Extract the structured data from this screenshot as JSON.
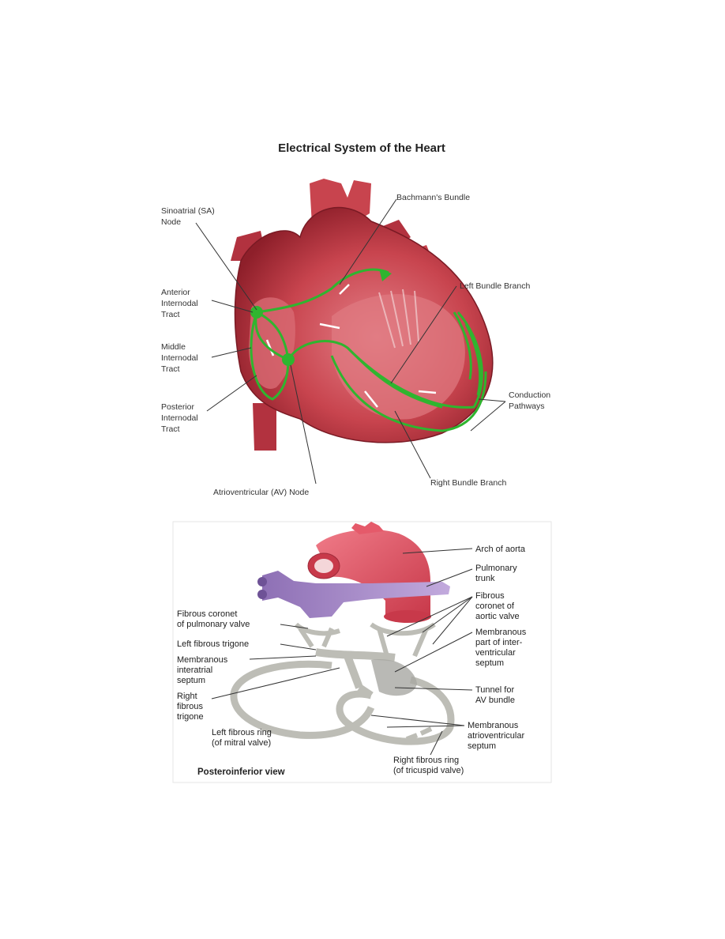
{
  "figure1": {
    "title": "Electrical System of the Heart",
    "labels": {
      "sa_node": [
        "Sinoatrial (SA)",
        "Node"
      ],
      "anterior_tract": [
        "Anterior",
        "Internodal",
        "Tract"
      ],
      "middle_tract": [
        "Middle",
        "Internodal",
        "Tract"
      ],
      "posterior_tract": [
        "Posterior",
        "Internodal",
        "Tract"
      ],
      "av_node": "Atrioventricular (AV) Node",
      "bachmanns_bundle": "Bachmann's Bundle",
      "left_bundle": "Left Bundle Branch",
      "conduction": [
        "Conduction",
        "Pathways"
      ],
      "right_bundle": "Right Bundle Branch"
    }
  },
  "figure2": {
    "caption": "Posteroinferior view",
    "labels": {
      "arch_aorta": "Arch of aorta",
      "pulmonary_trunk": [
        "Pulmonary",
        "trunk"
      ],
      "coronet_aortic": [
        "Fibrous",
        "coronet of",
        "aortic valve"
      ],
      "membranous_interventricular": [
        "Membranous",
        "part of inter-",
        "ventricular",
        "septum"
      ],
      "tunnel_av": [
        "Tunnel for",
        "AV bundle"
      ],
      "membranous_atrioventricular": [
        "Membranous",
        "atrioventricular",
        "septum"
      ],
      "right_ring": [
        "Right fibrous ring",
        "(of tricuspid valve)"
      ],
      "left_ring": [
        "Left fibrous ring",
        "(of mitral valve)"
      ],
      "right_trigone": [
        "Right",
        "fibrous",
        "trigone"
      ],
      "membranous_interatrial": [
        "Membranous",
        "interatrial",
        "septum"
      ],
      "left_trigone": "Left fibrous trigone",
      "coronet_pulmonary": [
        "Fibrous coronet",
        "of pulmonary valve"
      ]
    }
  },
  "colors": {
    "heart_red": "#c8444e",
    "heart_dark": "#8e1f2a",
    "conduction_green": "#2fb52f",
    "aorta_pink": "#e55a6a",
    "pulmonary_purple": "#a98bc8",
    "fibrous_gray": "#d6d6d0"
  }
}
